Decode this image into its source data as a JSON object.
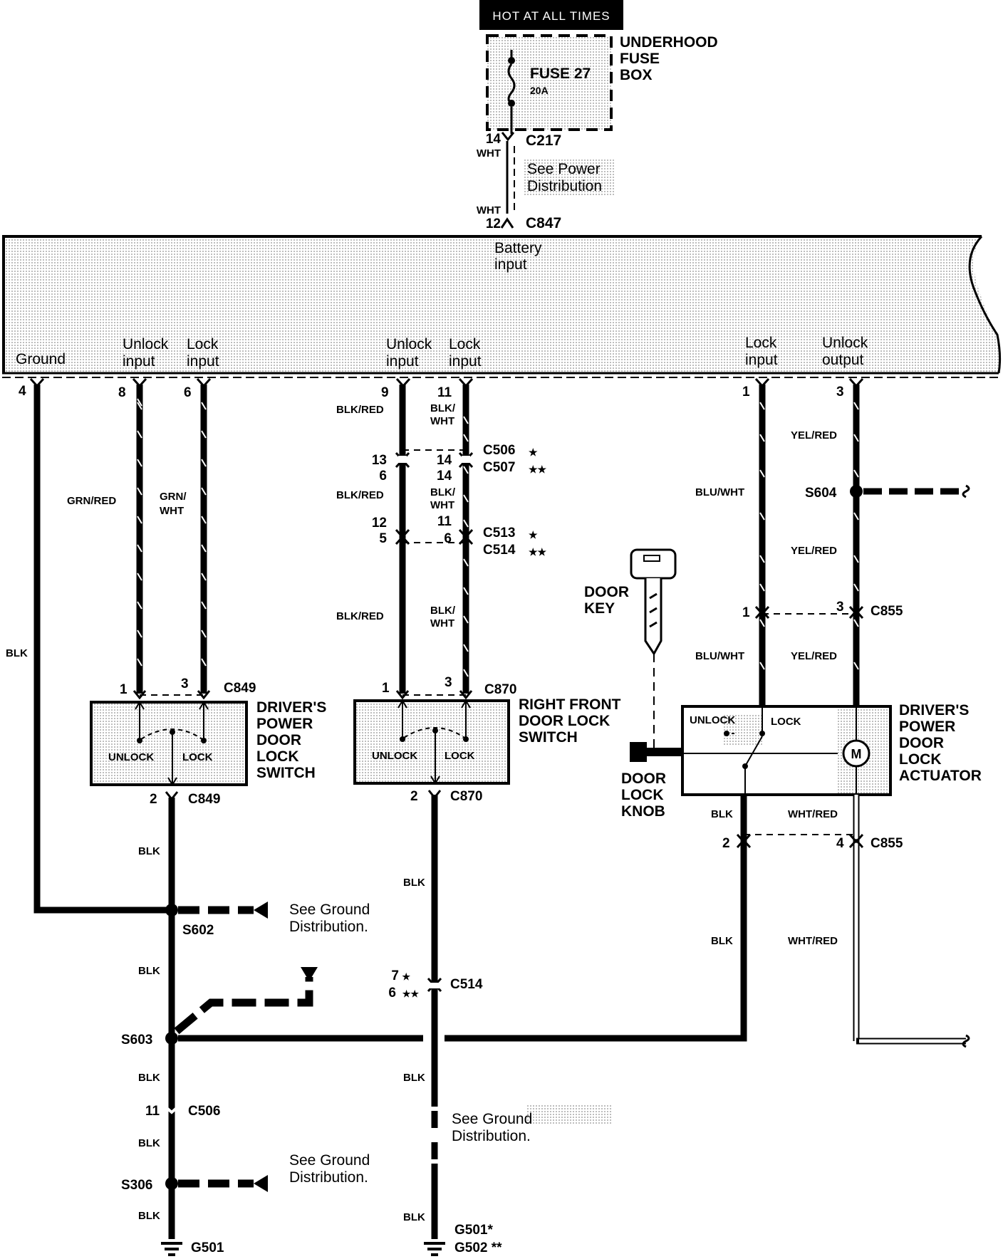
{
  "power": {
    "hot_label": "HOT AT ALL TIMES",
    "fuse_box": [
      "UNDERHOOD",
      "FUSE",
      "BOX"
    ],
    "fuse_name": "FUSE 27",
    "fuse_rating": "20A",
    "c217_pin": "14",
    "c217": "C217",
    "c217_color": "WHT",
    "see_power": [
      "See Power",
      "Distribution"
    ],
    "c847_pin": "12",
    "c847": "C847",
    "c847_color": "WHT"
  },
  "control_unit": {
    "battery_input": [
      "Battery",
      "input"
    ],
    "terminals": [
      {
        "pin": "4",
        "label": [
          "Ground"
        ]
      },
      {
        "pin": "8",
        "label": [
          "Unlock",
          "input"
        ]
      },
      {
        "pin": "6",
        "label": [
          "Lock",
          "input"
        ]
      },
      {
        "pin": "9",
        "label": [
          "Unlock",
          "input"
        ]
      },
      {
        "pin": "11",
        "label": [
          "Lock",
          "input"
        ]
      },
      {
        "pin": "1",
        "label": [
          "Lock",
          "input"
        ]
      },
      {
        "pin": "3",
        "label": [
          "Unlock",
          "output"
        ]
      }
    ]
  },
  "driver_switch": {
    "wire_unlock": "GRN/RED",
    "wire_lock": [
      "GRN/",
      "WHT"
    ],
    "pin1": "1",
    "pin3": "3",
    "connector": "C849",
    "name": [
      "DRIVER'S",
      "POWER",
      "DOOR",
      "LOCK",
      "SWITCH"
    ],
    "unlock": "UNLOCK",
    "lock": "LOCK",
    "out_pin": "2",
    "out_connector": "C849"
  },
  "rf_switch": {
    "wire1": "BLK/RED",
    "wire2": [
      "BLK/",
      "WHT"
    ],
    "c506": "C506",
    "c506_mark": "★",
    "c507": "C507",
    "c507_mark": "★★",
    "pins_a_left": [
      "13",
      "6"
    ],
    "pins_a_right": [
      "14",
      "14"
    ],
    "wire3": "BLK/RED",
    "wire4": [
      "BLK/",
      "WHT"
    ],
    "c513": "C513",
    "c513_mark": "★",
    "c514": "C514",
    "c514_mark": "★★",
    "pins_b_left": [
      "12",
      "5"
    ],
    "pins_b_right": [
      "11",
      "6"
    ],
    "wire5": "BLK/RED",
    "wire6": [
      "BLK/",
      "WHT"
    ],
    "pin1": "1",
    "pin3": "3",
    "connector": "C870",
    "name": [
      "RIGHT FRONT",
      "DOOR LOCK",
      "SWITCH"
    ],
    "unlock": "UNLOCK",
    "lock": "LOCK",
    "out_pin": "2",
    "out_connector": "C870"
  },
  "actuator": {
    "wire_lock": "BLU/WHT",
    "wire_unlock": "YEL/RED",
    "s604": "S604",
    "wire_unlock2": "YEL/RED",
    "c855_pin1": "1",
    "c855_pin3": "3",
    "c855": "C855",
    "wire_lock2": "BLU/WHT",
    "wire_unlock3": "YEL/RED",
    "name": [
      "DRIVER'S",
      "POWER",
      "DOOR",
      "LOCK",
      "ACTUATOR"
    ],
    "unlock": "UNLOCK",
    "lock": "LOCK",
    "motor": "M",
    "door_key": [
      "DOOR",
      "KEY"
    ],
    "knob": [
      "DOOR",
      "LOCK",
      "KNOB"
    ],
    "wire_gnd": "BLK",
    "wire_out": "WHT/RED",
    "c855_pin2": "2",
    "c855_pin4": "4",
    "c855b": "C855",
    "wire_gnd2": "BLK",
    "wire_out2": "WHT/RED"
  },
  "ground": {
    "wire_blk_main": "BLK",
    "wire_blk_sw": "BLK",
    "s602": "S602",
    "see_ground1": [
      "See Ground",
      "Distribution."
    ],
    "wire_blk2": "BLK",
    "s603": "S603",
    "wire_blk3": "BLK",
    "c506_pin": "11",
    "c506": "C506",
    "wire_blk4": "BLK",
    "s306": "S306",
    "see_ground2": [
      "See Ground",
      "Distribution."
    ],
    "wire_blk5": "BLK",
    "g501": "G501",
    "rf_blk1": "BLK",
    "c514_pin_a": "7",
    "c514_mark_a": "★",
    "c514_pin_b": "6",
    "c514_mark_b": "★★",
    "c514": "C514",
    "rf_blk2": "BLK",
    "see_ground3": [
      "See Ground",
      "Distribution."
    ],
    "rf_blk3": "BLK",
    "g501b": "G501*",
    "g502": "G502 **"
  }
}
